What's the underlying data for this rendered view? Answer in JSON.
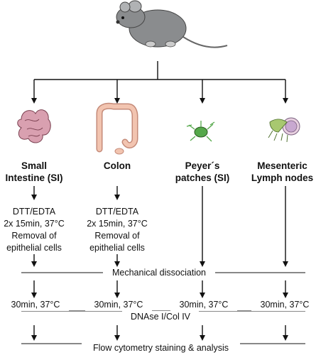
{
  "columns": [
    {
      "title_line1": "Small",
      "title_line2": "Intestine (SI)",
      "step_line1": "DTT/EDTA",
      "step_line2": "2x 15min, 37°C",
      "step_line3": "Removal of",
      "step_line4": "epithelial cells",
      "time": "30min, 37°C",
      "organ_icon": "small-intestine-icon"
    },
    {
      "title_line1": "Colon",
      "title_line2": "",
      "step_line1": "DTT/EDTA",
      "step_line2": "2x 15min, 37°C",
      "step_line3": "Removal of",
      "step_line4": "epithelial cells",
      "time": "30min, 37°C",
      "organ_icon": "colon-icon"
    },
    {
      "title_line1": "Peyer´s",
      "title_line2": "patches (SI)",
      "time": "30min, 37°C",
      "organ_icon": "peyers-patch-icon"
    },
    {
      "title_line1": "Mesenteric",
      "title_line2": "Lymph nodes",
      "time": "30min, 37°C",
      "organ_icon": "lymph-node-icon"
    }
  ],
  "stages": {
    "mechanical": "Mechanical dissociation",
    "digestion": "DNAse I/Col IV",
    "final": "Flow cytometry staining & analysis"
  },
  "icons": {
    "animal": "mouse-icon"
  },
  "colors": {
    "intestine": "#d9a0b0",
    "colon": "#f2c4b0",
    "patch": "#55a84a",
    "node": "#a8c870",
    "mouse": "#8a8c8e"
  }
}
